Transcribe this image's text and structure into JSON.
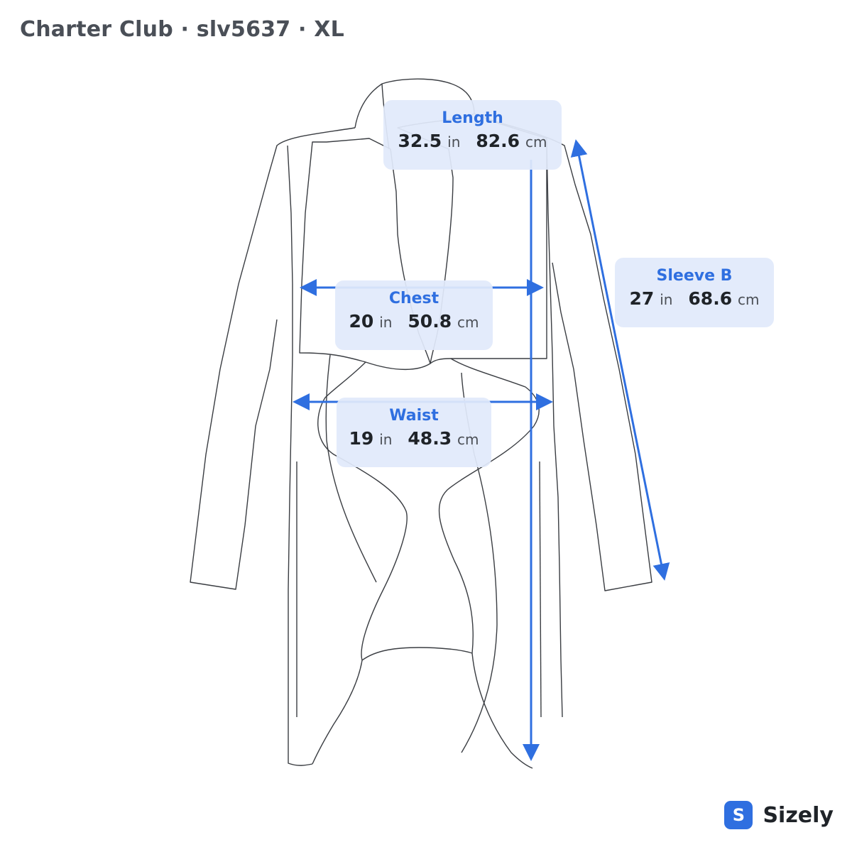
{
  "title": "Charter Club · slv5637 · XL",
  "accent_color": "#2f6fe0",
  "measurements": {
    "length": {
      "name": "Length",
      "in": "32.5",
      "cm": "82.6",
      "in_unit": "in",
      "cm_unit": "cm"
    },
    "sleeve": {
      "name": "Sleeve B",
      "in": "27",
      "cm": "68.6",
      "in_unit": "in",
      "cm_unit": "cm"
    },
    "chest": {
      "name": "Chest",
      "in": "20",
      "cm": "50.8",
      "in_unit": "in",
      "cm_unit": "cm"
    },
    "waist": {
      "name": "Waist",
      "in": "19",
      "cm": "48.3",
      "in_unit": "in",
      "cm_unit": "cm"
    }
  },
  "brand": {
    "icon_letter": "S",
    "name": "Sizely",
    "icon": "sizely-logo-icon"
  }
}
